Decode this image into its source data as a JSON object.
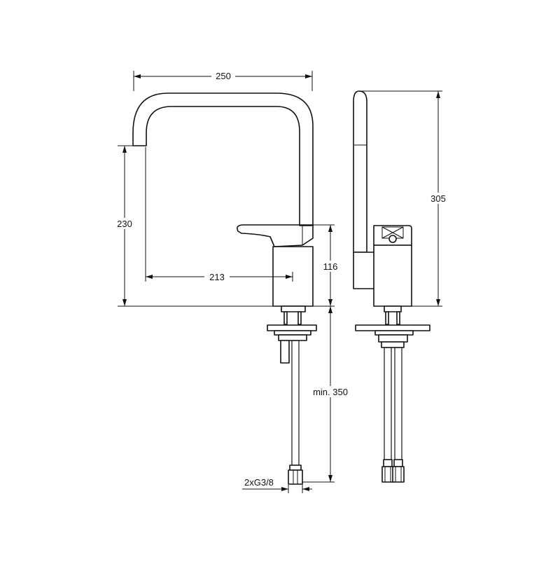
{
  "dimensions": {
    "total_width": "250",
    "spout_height": "230",
    "spout_reach": "213",
    "lever_height": "116",
    "total_height_side": "305",
    "hose_length": "min. 350",
    "connection": "2xG3/8"
  }
}
